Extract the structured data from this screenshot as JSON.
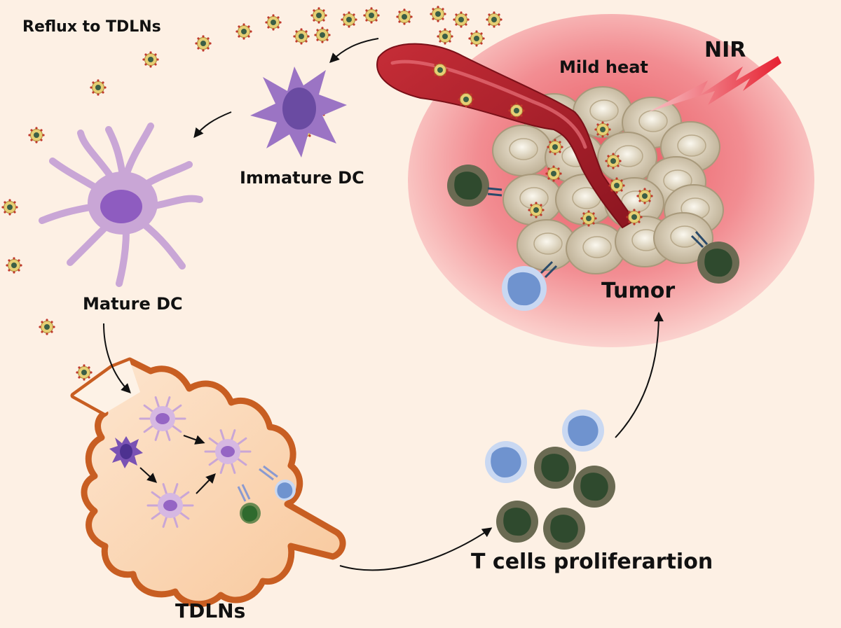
{
  "labels": {
    "reflux": "Reflux to TDLNs",
    "immature_dc": "Immature DC",
    "mature_dc": "Mature DC",
    "mild_heat": "Mild heat",
    "nir": "NIR",
    "tumor": "Tumor",
    "tdlns": "TDLNs",
    "t_cells": "T cells proliferartion"
  },
  "colors": {
    "background": "#fdf0e4",
    "tumor_zone": "#f6a5a5",
    "tumor_cell": "#d8cbb4",
    "vessel": "#b8202a",
    "lymph_node_fill": "#fcd7b6",
    "lymph_node_outline": "#c85e22",
    "dendritic_cell": "#c9a6d6",
    "immature_dc": "#9b74c4",
    "t_cell_green": "#3d5a3a",
    "t_cell_blue": "#8fb0e0",
    "nanoparticle": "#d9c060",
    "nir_beam": "#e8303a"
  },
  "icons": [
    "nanoparticle-icon",
    "arrow-icon",
    "lightning-icon"
  ]
}
